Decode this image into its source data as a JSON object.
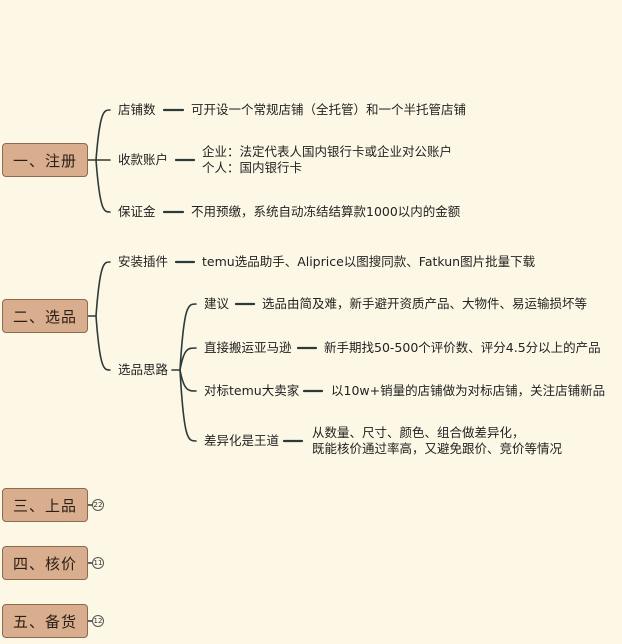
{
  "nodes": {
    "n1": {
      "label": "一、注册",
      "children": {
        "shop_count": {
          "label": "店铺数",
          "detail": "可开设一个常规店铺（全托管）和一个半托管店铺"
        },
        "account": {
          "label": "收款账户",
          "detail": "企业：法定代表人国内银行卡或企业对公账户\n个人：国内银行卡"
        },
        "deposit": {
          "label": "保证金",
          "detail": "不用预缴，系统自动冻结结算款1000以内的金额"
        }
      }
    },
    "n2": {
      "label": "二、选品",
      "children": {
        "plugin": {
          "label": "安装插件",
          "detail": "temu选品助手、Aliprice以图搜同款、Fatkun图片批量下载"
        },
        "approach": {
          "label": "选品思路",
          "children": {
            "advice": {
              "label": "建议",
              "detail": "选品由简及难，新手避开资质产品、大物件、易运输损坏等"
            },
            "amazon": {
              "label": "直接搬运亚马逊",
              "detail": "新手期找50-500个评价数、评分4.5分以上的产品"
            },
            "benchmark": {
              "label": "对标temu大卖家",
              "detail": "以10w+销量的店铺做为对标店铺，关注店铺新品"
            },
            "differ": {
              "label": "差异化是王道",
              "detail": "从数量、尺寸、颜色、组合做差异化，\n既能核价通过率高，又避免跟价、竞价等情况"
            }
          }
        }
      }
    },
    "n3": {
      "label": "三、上品",
      "badge": "22"
    },
    "n4": {
      "label": "四、核价",
      "badge": "11"
    },
    "n5": {
      "label": "五、备货",
      "badge": "12"
    }
  }
}
